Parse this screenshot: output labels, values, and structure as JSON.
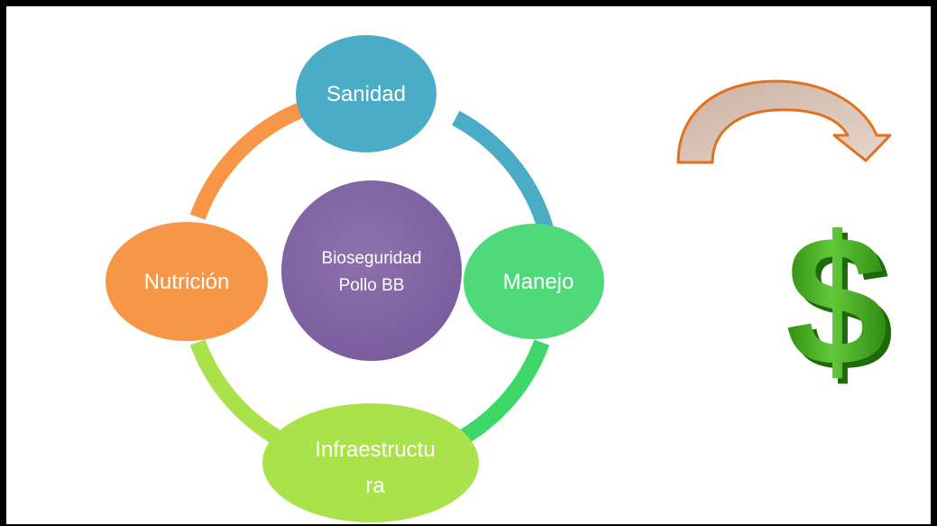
{
  "diagram": {
    "center": {
      "lines": [
        "Bioseguridad",
        "Pollo BB"
      ],
      "color": "#8064a2"
    },
    "nodes": [
      {
        "id": "sanidad",
        "lines": [
          "Sanidad"
        ],
        "color": "#4bacc6"
      },
      {
        "id": "manejo",
        "lines": [
          "Manejo"
        ],
        "color": "#4fd97a"
      },
      {
        "id": "infraestructura",
        "lines": [
          "Infraestructu",
          "ra"
        ],
        "color": "#a9e24a"
      },
      {
        "id": "nutricion",
        "lines": [
          "Nutrición"
        ],
        "color": "#f79646"
      }
    ],
    "arcs": [
      {
        "from": "sanidad",
        "to": "manejo",
        "color": "#4bacc6"
      },
      {
        "from": "manejo",
        "to": "infraestructura",
        "color": "#3fd66a"
      },
      {
        "from": "infraestructura",
        "to": "nutricion",
        "color": "#a9e24a"
      },
      {
        "from": "nutricion",
        "to": "sanidad",
        "color": "#f79646"
      }
    ]
  },
  "curved_arrow": {
    "fill": "#d9c3b5",
    "stroke": "#e2711d",
    "icon": "curved-down-arrow-icon"
  },
  "dollar": {
    "symbol": "$",
    "color": "#3cab18",
    "icon": "dollar-sign-icon"
  }
}
